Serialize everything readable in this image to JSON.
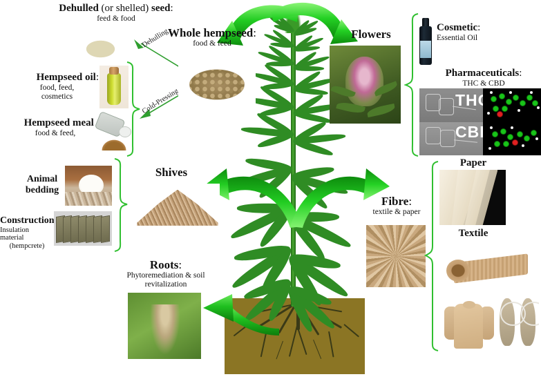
{
  "figure": {
    "type": "infographic",
    "subject": "Industrial hemp plant parts and derived products",
    "background_color": "#ffffff",
    "accent_green": "#2fcc2f",
    "soil_color": "#8b7524",
    "plant_green": "#2e8b22"
  },
  "labels": {
    "dehulled_seed": {
      "title_part1": "Dehulled",
      "title_part2": "(or shelled)",
      "title_part3": "seed",
      "title_colon": ":",
      "subtitle": "feed & food"
    },
    "hempseed_oil": {
      "title": "Hempseed oil",
      "title_colon": ":",
      "subtitle_line1": "food, feed,",
      "subtitle_line2": "cosmetics"
    },
    "hempseed_meal": {
      "title": "Hempseed meal",
      "title_colon": ":",
      "subtitle": "food & feed,"
    },
    "animal_bedding": {
      "title_line1": "Animal",
      "title_line2": "bedding"
    },
    "construction": {
      "title": "Construction",
      "title_colon": ":",
      "subtitle_line1": "Insulation material",
      "subtitle_line2": "(hempcrete)"
    },
    "whole_hempseed": {
      "title": "Whole hempseed",
      "title_colon": ":",
      "subtitle": "food & feed"
    },
    "shives": {
      "title": "Shives"
    },
    "roots": {
      "title": "Roots",
      "title_colon": ":",
      "subtitle_line1": "Phytoremediation & soil",
      "subtitle_line2": "revitalization"
    },
    "flowers": {
      "title": "Flowers"
    },
    "cosmetic": {
      "title": "Cosmetic",
      "title_colon": ":",
      "subtitle": "Essential Oil"
    },
    "pharmaceuticals": {
      "title": "Pharmaceuticals",
      "title_colon": ":",
      "subtitle": "THC & CBD"
    },
    "paper": {
      "title": "Paper"
    },
    "textile": {
      "title": "Textile"
    },
    "fibre": {
      "title": "Fibre",
      "title_colon": ":",
      "subtitle": "textile & paper"
    }
  },
  "process_arrows": {
    "dehulling": {
      "label": "Dehulling"
    },
    "cold_pressing": {
      "label": "Cold-Pressing"
    }
  },
  "molecule_panel": {
    "thc_caption": "THC",
    "cbd_caption": "CBD"
  },
  "flow_arrows": {
    "to_seed": "thick-green-arrow-up-left",
    "to_flowers": "thick-green-arrow-up-right",
    "to_shives": "thick-green-arrow-down-left",
    "to_fibre": "thick-green-arrow-down-right",
    "to_roots": "thick-green-arrow-left"
  }
}
